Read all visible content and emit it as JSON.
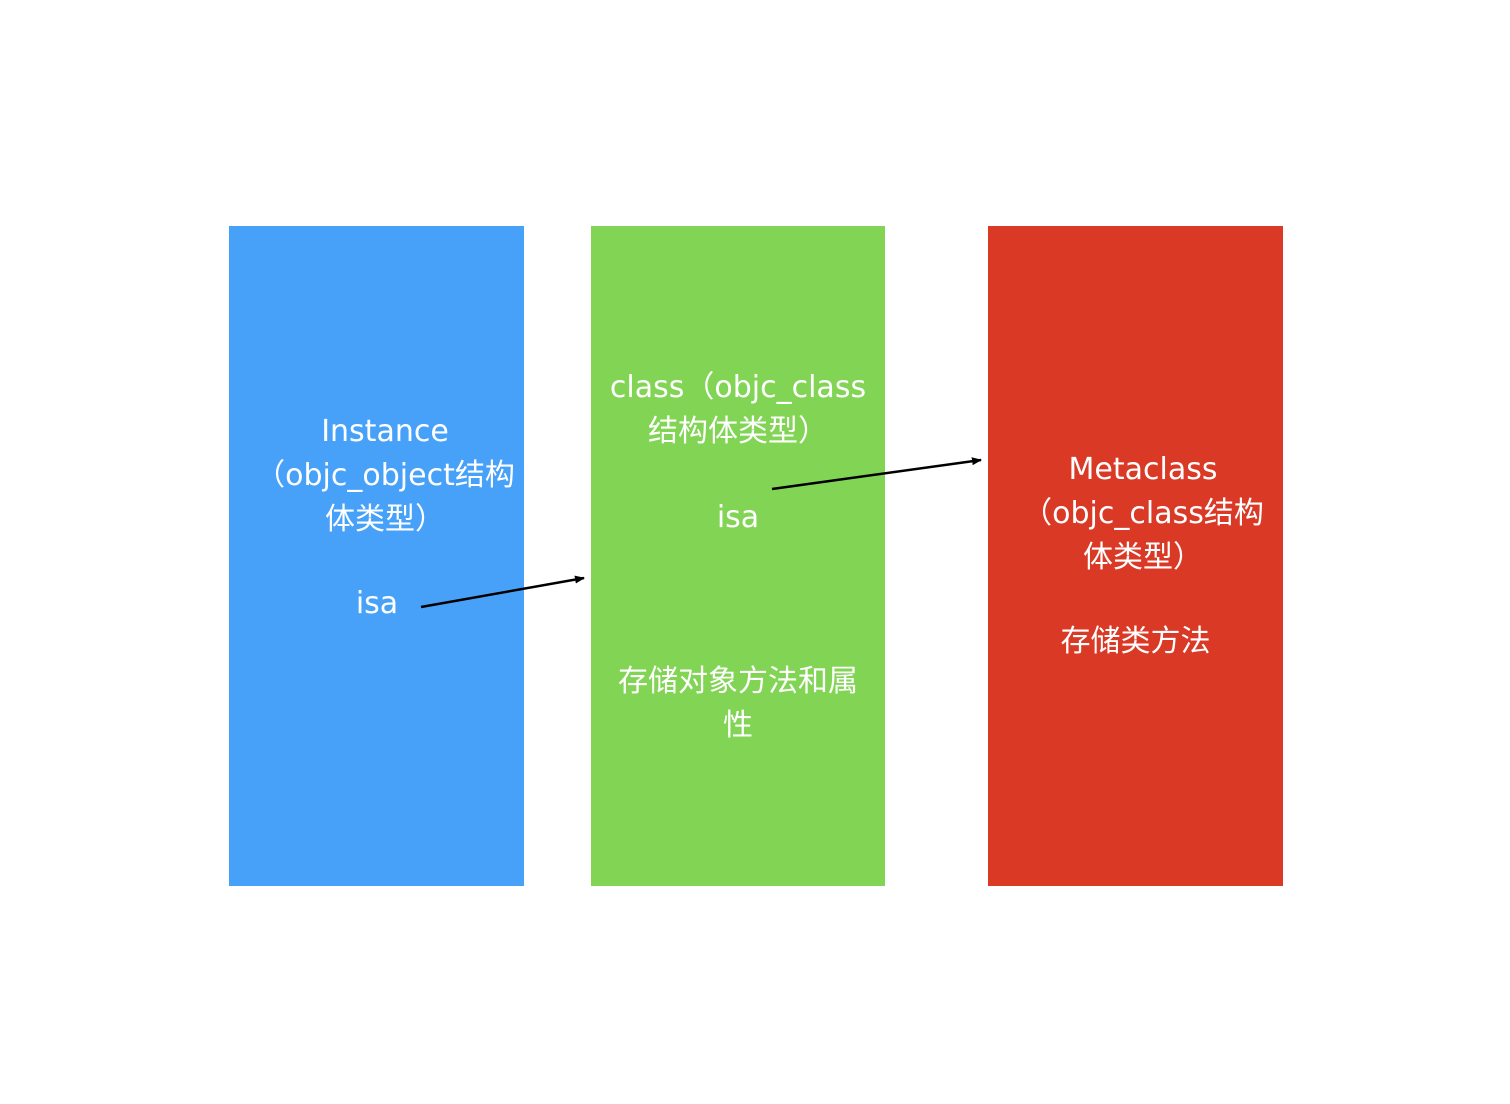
{
  "instance": {
    "title": "Instance\n（objc_object结构\n体类型）",
    "isa": "isa",
    "color": "#47a1f9"
  },
  "class": {
    "title": "class（objc_class\n结构体类型）",
    "isa": "isa",
    "description": "存储对象方法和属\n性",
    "color": "#82d455"
  },
  "metaclass": {
    "title": "Metaclass\n（objc_class结构\n体类型）",
    "description": "存储类方法",
    "color": "#da3926"
  }
}
